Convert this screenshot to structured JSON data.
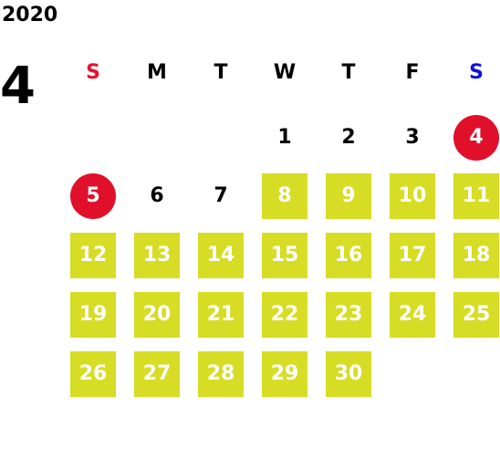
{
  "year": "2020",
  "month": "4",
  "colors": {
    "sunday": "#e8112d",
    "saturday": "#1212d6",
    "weekday": "#000000",
    "highlight": "#d7dc25",
    "holiday_circle": "#e0102b"
  },
  "weekdays": [
    "S",
    "M",
    "T",
    "W",
    "T",
    "F",
    "S"
  ],
  "days": [
    {
      "label": "1",
      "style": "plain"
    },
    {
      "label": "2",
      "style": "plain"
    },
    {
      "label": "3",
      "style": "plain"
    },
    {
      "label": "4",
      "style": "circle"
    },
    {
      "label": "5",
      "style": "circle"
    },
    {
      "label": "6",
      "style": "plain"
    },
    {
      "label": "7",
      "style": "plain"
    },
    {
      "label": "8",
      "style": "highlight"
    },
    {
      "label": "9",
      "style": "highlight"
    },
    {
      "label": "10",
      "style": "highlight"
    },
    {
      "label": "11",
      "style": "highlight"
    },
    {
      "label": "12",
      "style": "highlight"
    },
    {
      "label": "13",
      "style": "highlight"
    },
    {
      "label": "14",
      "style": "highlight"
    },
    {
      "label": "15",
      "style": "highlight"
    },
    {
      "label": "16",
      "style": "highlight"
    },
    {
      "label": "17",
      "style": "highlight"
    },
    {
      "label": "18",
      "style": "highlight"
    },
    {
      "label": "19",
      "style": "highlight"
    },
    {
      "label": "20",
      "style": "highlight"
    },
    {
      "label": "21",
      "style": "highlight"
    },
    {
      "label": "22",
      "style": "highlight"
    },
    {
      "label": "23",
      "style": "highlight"
    },
    {
      "label": "24",
      "style": "highlight"
    },
    {
      "label": "25",
      "style": "highlight"
    },
    {
      "label": "26",
      "style": "highlight"
    },
    {
      "label": "27",
      "style": "highlight"
    },
    {
      "label": "28",
      "style": "highlight"
    },
    {
      "label": "29",
      "style": "highlight"
    },
    {
      "label": "30",
      "style": "highlight"
    }
  ]
}
